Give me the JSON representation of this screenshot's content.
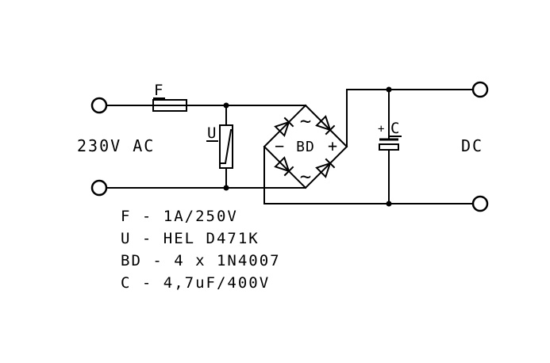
{
  "diagram": {
    "input_label": "230V AC",
    "output_label": "DC",
    "components": {
      "fuse": {
        "ref": "F",
        "value": "1A/250V"
      },
      "varistor": {
        "ref": "U",
        "value": "HEL D471K"
      },
      "bridge_rectifier": {
        "ref": "BD",
        "value": "4 x 1N4007",
        "plus": "+",
        "minus": "−",
        "ac_top": "~",
        "ac_bottom": "~"
      },
      "capacitor": {
        "ref": "C",
        "value": "4,7uF/400V",
        "polarity": "+"
      }
    },
    "legend": [
      "F - 1A/250V",
      "U - HEL D471K",
      "BD - 4 x 1N4007",
      "C - 4,7uF/400V"
    ],
    "colors": {
      "line": "#000000",
      "background": "#ffffff"
    }
  }
}
